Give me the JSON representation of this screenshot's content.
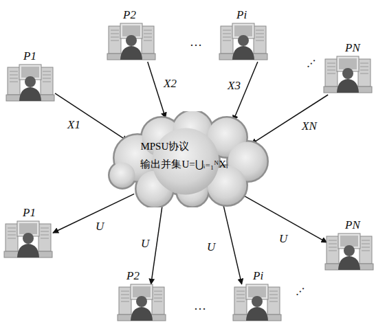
{
  "diagram": {
    "nodes": [
      {
        "text": [
          "P1"
        ]
      },
      {
        "text": [
          "P2"
        ]
      },
      {
        "text": [
          "Pi"
        ]
      },
      {
        "text": [
          "PN"
        ]
      },
      {
        "text": [
          "MPSU协议",
          "输出并集U=⋃ᵢ₌₁ᴺXᵢ"
        ]
      },
      {
        "text": [
          "P1"
        ]
      },
      {
        "text": [
          "P2"
        ]
      },
      {
        "text": [
          "Pi"
        ]
      },
      {
        "text": [
          "PN"
        ]
      }
    ],
    "edges": [
      {
        "from": 0,
        "to": 4,
        "label": "X1",
        "arrow": "to"
      },
      {
        "from": 1,
        "to": 4,
        "label": "X2",
        "arrow": "to"
      },
      {
        "from": 2,
        "to": 4,
        "label": "X3",
        "arrow": "to"
      },
      {
        "from": 3,
        "to": 4,
        "label": "XN",
        "arrow": "to"
      },
      {
        "from": 4,
        "to": 5,
        "label": "U",
        "arrow": "to"
      },
      {
        "from": 4,
        "to": 6,
        "label": "U",
        "arrow": "to"
      },
      {
        "from": 4,
        "to": 7,
        "label": "U",
        "arrow": "to"
      },
      {
        "from": 4,
        "to": 8,
        "label": "U",
        "arrow": "to"
      }
    ],
    "labels": [
      "…",
      "…",
      "…",
      "…"
    ]
  }
}
